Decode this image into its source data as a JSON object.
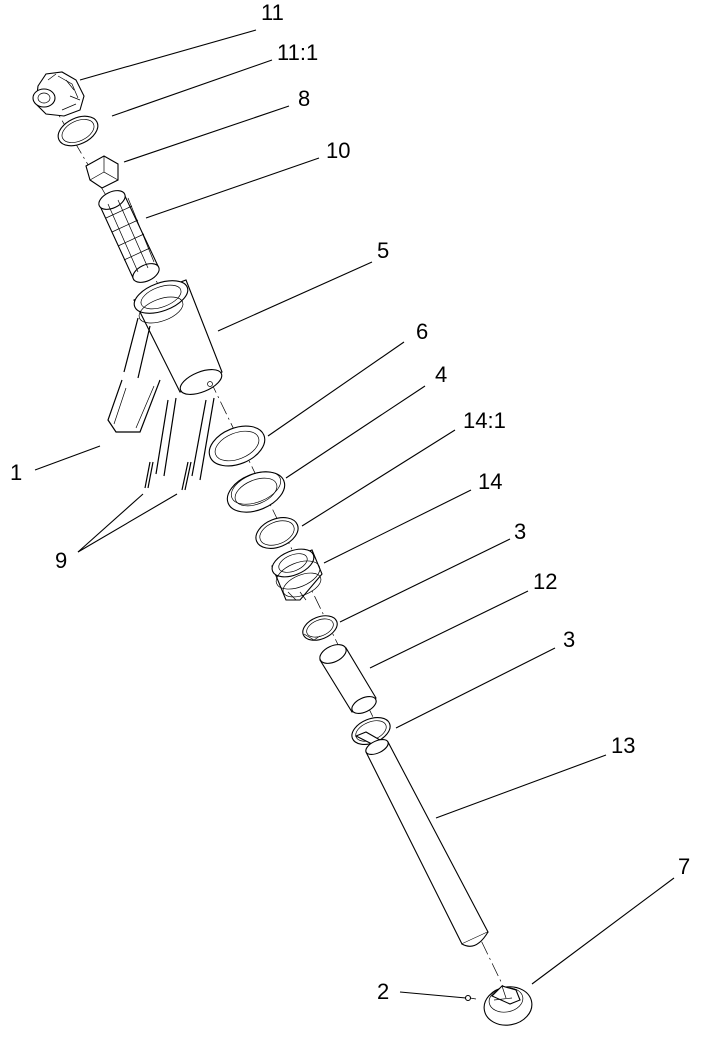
{
  "callouts": {
    "c11": "11",
    "c11_1": "11:1",
    "c8": "8",
    "c10": "10",
    "c5": "5",
    "c6": "6",
    "c4": "4",
    "c14_1": "14:1",
    "c14": "14",
    "c3_top": "3",
    "c12": "12",
    "c3_bottom": "3",
    "c13": "13",
    "c1": "1",
    "c9": "9",
    "c7": "7",
    "c2": "2"
  }
}
